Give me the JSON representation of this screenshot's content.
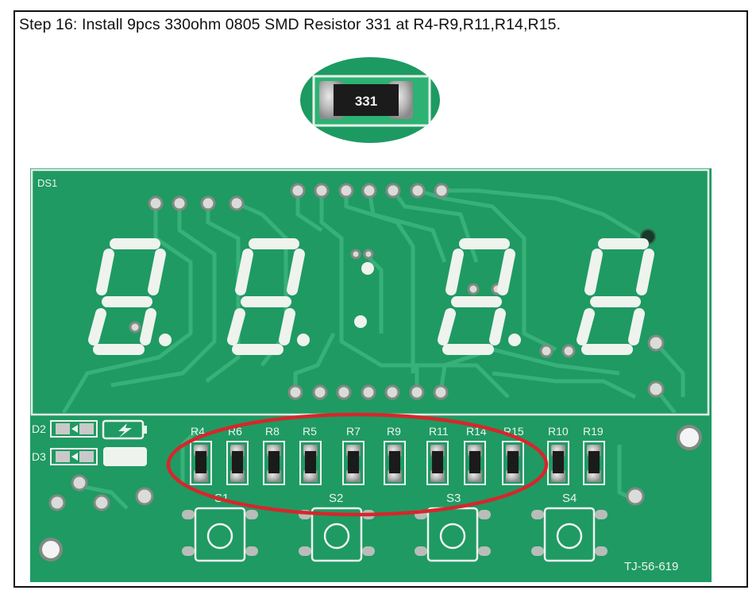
{
  "caption": "Step 16: Install 9pcs 330ohm 0805 SMD Resistor 331 at R4-R9,R11,R14,R15.",
  "zoom_marking": "331",
  "board": {
    "display_label": "DS1",
    "model": "TJ-56-619",
    "diodes": [
      "D2",
      "D3"
    ],
    "resistors": [
      "R4",
      "R6",
      "R8",
      "R5",
      "R7",
      "R9",
      "R11",
      "R14",
      "R15",
      "R10",
      "R19"
    ],
    "buttons": [
      "S1",
      "S2",
      "S3",
      "S4"
    ]
  },
  "colors": {
    "pcb": "#1f9a63",
    "trace": "#37b179",
    "silk": "#eef3ee",
    "highlight": "#d7262b"
  },
  "icons": [
    "battery-icon",
    "lightning-icon"
  ]
}
